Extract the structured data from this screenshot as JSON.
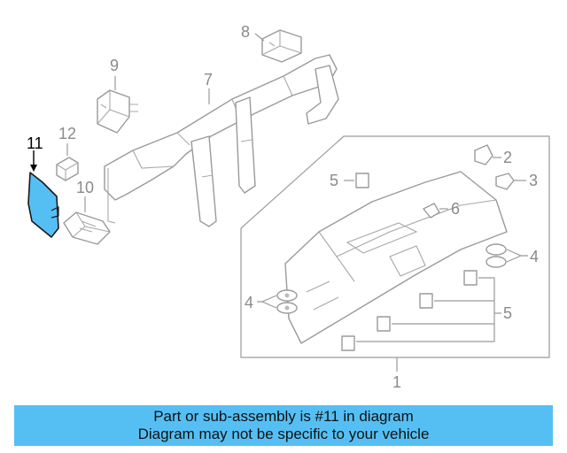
{
  "colors": {
    "highlight_fill": "#55bff4",
    "banner_bg": "#55bff4",
    "line_gray": "#9a9a9a",
    "label_gray": "#8a8a8a"
  },
  "highlighted_part": "11",
  "callouts": {
    "p1": "1",
    "p2": "2",
    "p3": "3",
    "p4a": "4",
    "p4b": "4",
    "p5a": "5",
    "p5b": "5",
    "p6": "6",
    "p7": "7",
    "p8": "8",
    "p9": "9",
    "p10": "10",
    "p11": "11",
    "p12": "12"
  },
  "banner": {
    "line1": "Part or sub-assembly is #11 in diagram",
    "line2": "Diagram may not be specific to your vehicle"
  }
}
